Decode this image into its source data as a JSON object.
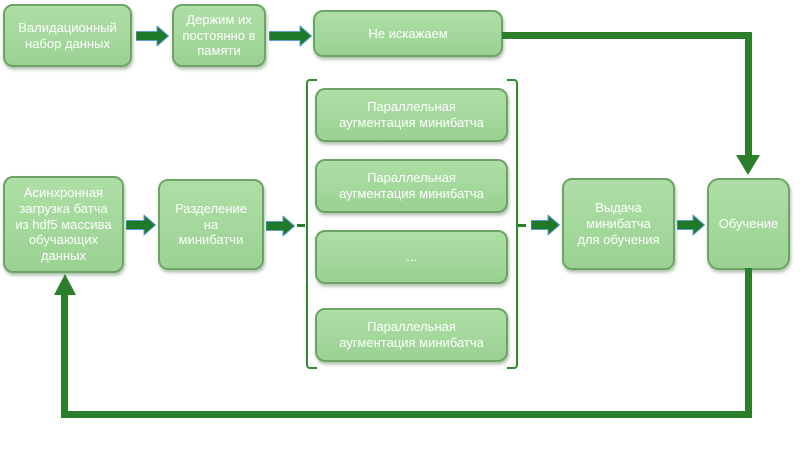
{
  "diagram": {
    "title": "Data loading / augmentation pipeline flowchart",
    "nodes": {
      "validation_set": {
        "label": "Валидационный\nнабор данных"
      },
      "keep_in_memory": {
        "label": "Держим их\nпостоянно в\nпамяти"
      },
      "no_distortion": {
        "label": "Не искажаем"
      },
      "async_load": {
        "label": "Асинхронная\nзагрузка батча\nиз hdf5 массива\nобучающих\nданных"
      },
      "split_minibatches": {
        "label": "Разделение\nна\nминибатчи"
      },
      "augment_1": {
        "label": "Параллельная\nаугментация минибатча"
      },
      "augment_2": {
        "label": "Параллельная\nаугментация минибатча"
      },
      "augment_ellipsis": {
        "label": "..."
      },
      "augment_3": {
        "label": "Параллельная\nаугментация минибатча"
      },
      "issue_minibatch": {
        "label": "Выдача\nминибатча\nдля обучения"
      },
      "training": {
        "label": "Обучение"
      }
    },
    "edges": [
      "validation_set -> keep_in_memory",
      "keep_in_memory -> no_distortion",
      "no_distortion -> training",
      "async_load -> split_minibatches",
      "split_minibatches -> augmentation_group",
      "augmentation_group -> issue_minibatch",
      "issue_minibatch -> training",
      "training -> async_load (feedback loop)"
    ],
    "colors": {
      "background": "#ffffff",
      "node_fill_top": "#aedfa6",
      "node_fill_bottom": "#9bd193",
      "node_border": "#6ba463",
      "node_text": "#ffffff",
      "arrow_fill": "#1e7a26",
      "arrow_outline": "#5b9bd5",
      "connector": "#2b7f2b",
      "bracket": "#2e8b2e"
    }
  }
}
